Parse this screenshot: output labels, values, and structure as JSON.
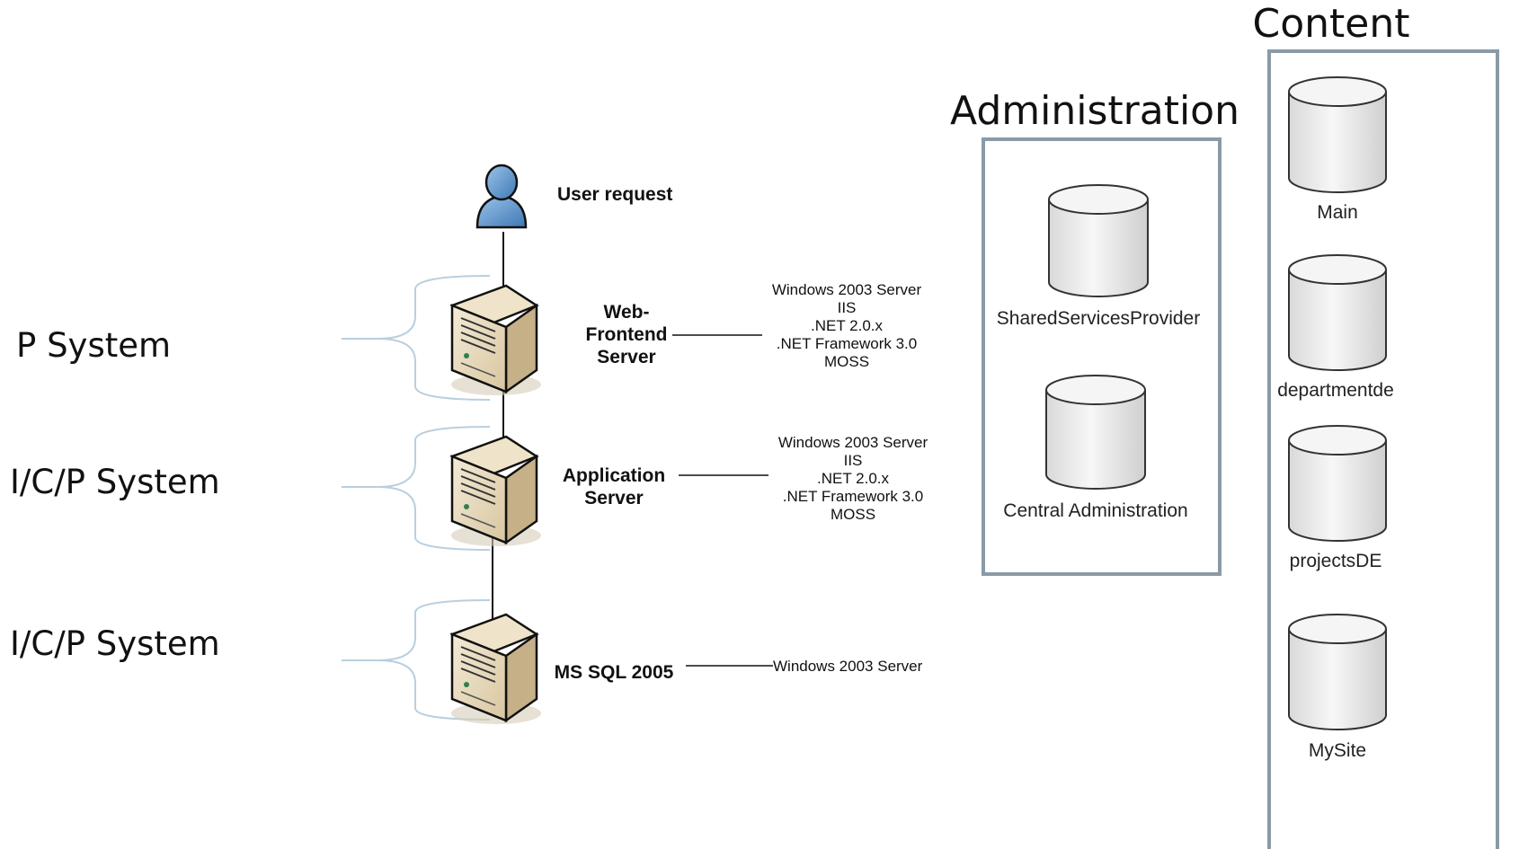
{
  "system_labels": {
    "web_frontend": "P System",
    "application": "I/C/P System",
    "sql": "I/C/P System"
  },
  "user": {
    "label": "User request"
  },
  "servers": {
    "web_frontend": {
      "label_lines": [
        "Web-",
        "Frontend",
        "Server"
      ],
      "specs": [
        "Windows 2003 Server",
        "IIS",
        ".NET 2.0.x",
        ".NET Framework 3.0",
        "MOSS"
      ]
    },
    "application": {
      "label_lines": [
        "Application",
        "Server"
      ],
      "specs": [
        "Windows 2003 Server",
        "IIS",
        ".NET 2.0.x",
        ".NET Framework 3.0",
        "MOSS"
      ]
    },
    "sql": {
      "label_lines": [
        "MS SQL 2005"
      ],
      "specs": [
        "Windows 2003 Server"
      ]
    }
  },
  "administration": {
    "title": "Administration",
    "databases": [
      "SharedServicesProvider",
      "Central Administration"
    ]
  },
  "content": {
    "title": "Content",
    "databases": [
      "Main",
      "departmentde",
      "projectsDE",
      "MySite"
    ]
  },
  "colors": {
    "box_border": "#8a9aa6",
    "brace": "#b9cfdf",
    "server_front": "#e8dcc0",
    "server_side": "#c9b58f",
    "user_blue": "#5b93c9",
    "cylinder_fill": "#f2f2f2",
    "cylinder_stroke": "#333333"
  }
}
